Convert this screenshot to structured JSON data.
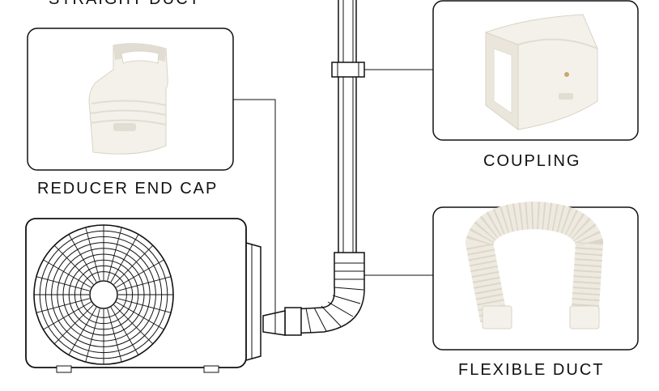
{
  "labels": {
    "straight_duct": "STRAIGHT DUCT",
    "reducer_end_cap": "REDUCER END CAP",
    "coupling": "COUPLING",
    "flexible_duct": "FLEXIBLE DUCT"
  },
  "icons": {
    "reducer_end_cap": "reducer-end-cap-icon",
    "coupling": "coupling-icon",
    "flexible_duct": "flexible-duct-icon",
    "outdoor_unit": "outdoor-ac-unit-icon"
  },
  "colors": {
    "outline": "#111111",
    "part_fill": "#f4f1ea",
    "part_shade": "#e2ddd2"
  }
}
